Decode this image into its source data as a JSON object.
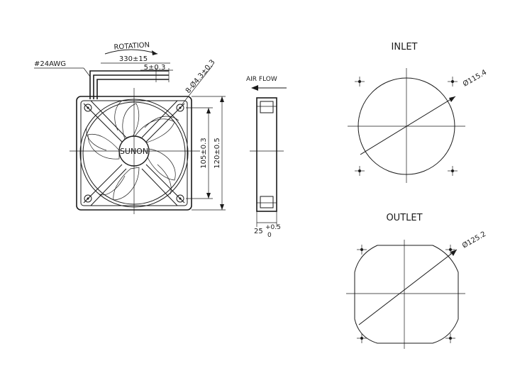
{
  "colors": {
    "line": "#1a1a1a",
    "background": "#ffffff"
  },
  "front_view": {
    "wire_label": "#24AWG",
    "rotation_label": "ROTATION",
    "lead_length": "330±15",
    "strip_length": "5±0.3",
    "hole_spec": "8-Ø4.3±0.3",
    "hole_spacing": "105±0.3",
    "frame_size": "120±0.5",
    "brand": "SUNON"
  },
  "side_view": {
    "airflow_label": "AIR FLOW",
    "depth_main": "25",
    "depth_plus": "+0.5",
    "depth_minus": "0"
  },
  "inlet": {
    "title": "INLET",
    "diameter": "Ø115.4"
  },
  "outlet": {
    "title": "OUTLET",
    "diameter": "Ø125.2"
  }
}
